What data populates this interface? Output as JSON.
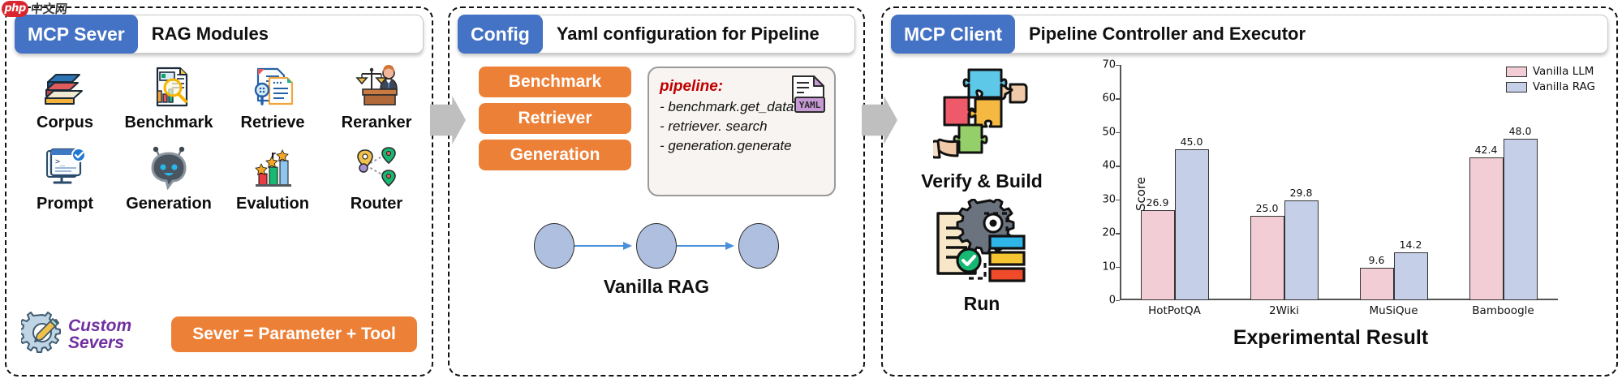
{
  "watermark": {
    "badge": "php",
    "text": "中文网"
  },
  "colors": {
    "tag_blue": "#4472c4",
    "orange": "#ed8037",
    "purple": "#7030a0",
    "bar_llm": "#f2cdd5",
    "bar_rag": "#c5cfe8",
    "node_blue": "#aebfdf",
    "arrow_blue": "#4a90d9",
    "connector_gray": "#bfbfbf"
  },
  "panel1": {
    "tag": "MCP Sever",
    "title": "RAG Modules",
    "modules": [
      {
        "label": "Corpus",
        "icon": "books-icon"
      },
      {
        "label": "Benchmark",
        "icon": "chart-magnifier-document-icon"
      },
      {
        "label": "Retrieve",
        "icon": "document-search-icon"
      },
      {
        "label": "Reranker",
        "icon": "judge-scales-icon"
      },
      {
        "label": "Prompt",
        "icon": "terminal-monitor-check-icon"
      },
      {
        "label": "Generation",
        "icon": "chatbot-icon"
      },
      {
        "label": "Evalution",
        "icon": "bar-chart-stars-icon"
      },
      {
        "label": "Router",
        "icon": "map-pins-network-icon"
      }
    ],
    "custom_label_line1": "Custom",
    "custom_label_line2": "Severs",
    "custom_icon": "gear-pencil-icon",
    "formula": "Sever = Parameter + Tool"
  },
  "panel2": {
    "tag": "Config",
    "title": "Yaml configuration for Pipeline",
    "stages": [
      "Benchmark",
      "Retriever",
      "Generation"
    ],
    "yaml": {
      "key": "pipeline:",
      "lines": [
        "- benchmark.get_data",
        "- retriever. search",
        "- generation.generate"
      ],
      "icon": "yaml-file-icon",
      "icon_label": "YAML"
    },
    "flow_caption": "Vanilla RAG",
    "flow_nodes": 3
  },
  "panel3": {
    "tag": "MCP Client",
    "title": "Pipeline Controller and Executor",
    "steps": [
      {
        "label": "Verify & Build",
        "icon": "puzzle-hands-icon"
      },
      {
        "label": "Run",
        "icon": "document-gear-workflow-icon"
      }
    ],
    "chart_caption": "Experimental Result"
  },
  "chart_data": {
    "type": "bar",
    "title": "Experimental Result",
    "xlabel": "",
    "ylabel": "Score",
    "ylim": [
      0,
      70
    ],
    "yticks": [
      0,
      10,
      20,
      30,
      40,
      50,
      60,
      70
    ],
    "grid": false,
    "legend_position": "top-right",
    "categories": [
      "HotPotQA",
      "2Wiki",
      "MuSiQue",
      "Bamboogle"
    ],
    "series": [
      {
        "name": "Vanilla LLM",
        "color": "#f2cdd5",
        "values": [
          26.9,
          25.0,
          9.6,
          42.4
        ]
      },
      {
        "name": "Vanilla RAG",
        "color": "#c5cfe8",
        "values": [
          45.0,
          29.8,
          14.2,
          48.0
        ]
      }
    ]
  }
}
